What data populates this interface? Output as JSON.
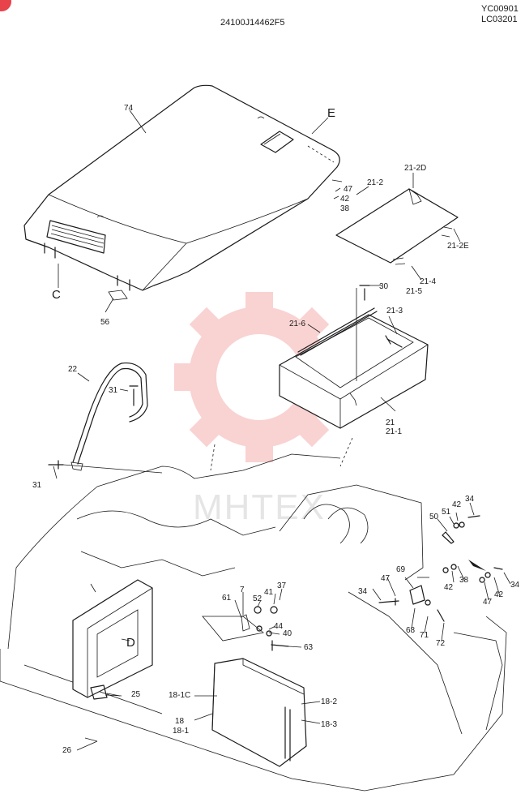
{
  "header": {
    "drawing_number": "24100J14462F5",
    "page_code_1": "YC00901",
    "page_code_2": "LC03201"
  },
  "watermark": {
    "text": "MHTEX",
    "color": "#f08080"
  },
  "view_labels": {
    "C": "C",
    "D": "D",
    "E": "E"
  },
  "part_labels": {
    "p74": "74",
    "p47a": "47",
    "p42a": "42",
    "p38a": "38",
    "p21_2": "21-2",
    "p21_2D": "21-2D",
    "p21_2E": "21-2E",
    "p21_4": "21-4",
    "p21_5": "21-5",
    "p30": "30",
    "p21_3": "21-3",
    "p21_6": "21-6",
    "p21": "21",
    "p21_1": "21-1",
    "p56": "56",
    "p22": "22",
    "p31a": "31",
    "p31b": "31",
    "p34a": "34",
    "p42b": "42",
    "p51": "51",
    "p50": "50",
    "p38b": "38",
    "p42c": "42",
    "p34b": "34",
    "p47b": "47",
    "p42d": "42",
    "p34c": "34",
    "p47c": "47",
    "p69": "69",
    "p68": "68",
    "p71": "71",
    "p72": "72",
    "p7": "7",
    "p61": "61",
    "p52": "52",
    "p41": "41",
    "p37": "37",
    "p44": "44",
    "p40": "40",
    "p63": "63",
    "p25": "25",
    "p26": "26",
    "p18_1C": "18-1C",
    "p18": "18",
    "p18_1": "18-1",
    "p18_2": "18-2",
    "p18_3": "18-3"
  }
}
